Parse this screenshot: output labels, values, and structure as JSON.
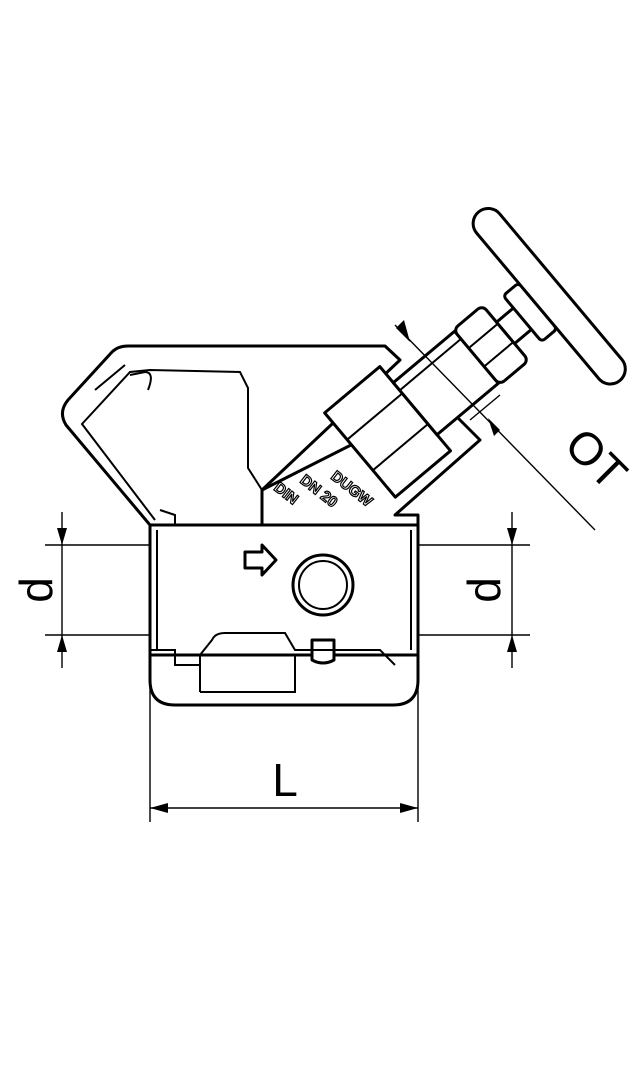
{
  "dimensions": {
    "inlet_diameter": "d",
    "outlet_diameter": "d",
    "length": "L",
    "overall_top": "OT"
  },
  "body_markings": [
    "DUGW",
    "DN 20",
    "DIN"
  ],
  "flow_direction": "right-arrow-icon"
}
